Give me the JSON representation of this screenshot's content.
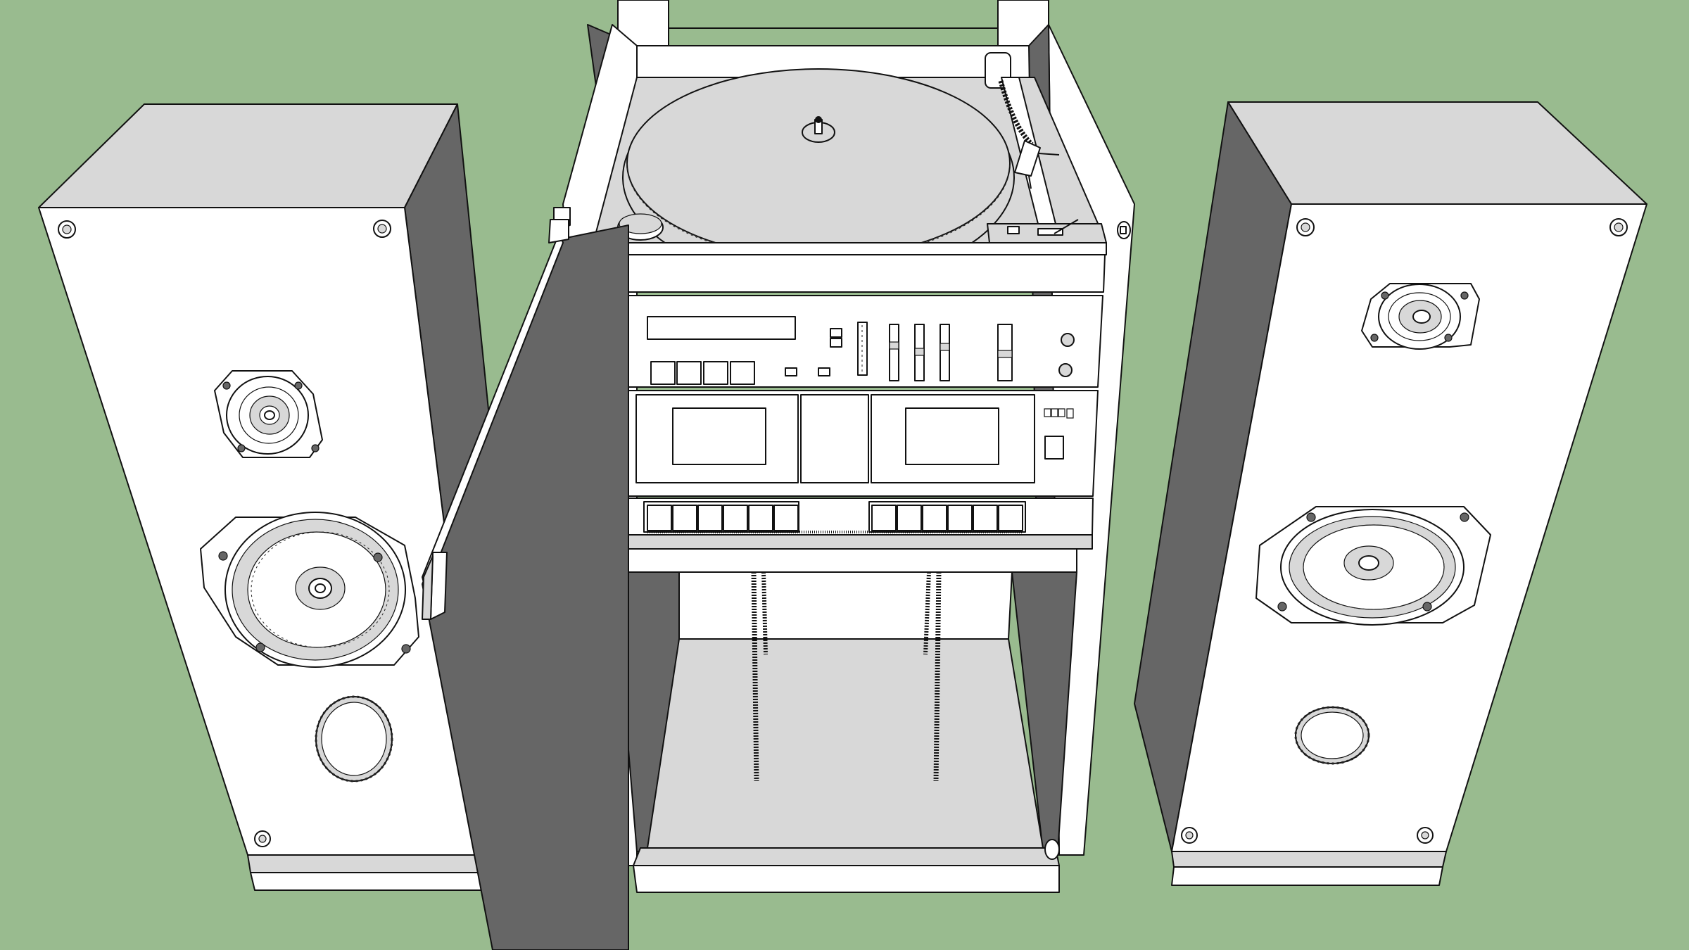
{
  "scene": {
    "title": "Stereo system 3D model",
    "background_color": "#99bb8f",
    "colors": {
      "face_white": "#ffffff",
      "face_light_gray": "#d8d8d8",
      "face_dark_gray": "#666666",
      "edge": "#111111"
    }
  },
  "left_speaker": {
    "label": "Left speaker",
    "drivers": [
      "tweeter",
      "woofer",
      "bass port"
    ],
    "screws": 4
  },
  "right_speaker": {
    "label": "Right speaker",
    "drivers": [
      "tweeter",
      "woofer",
      "bass port"
    ],
    "screws": 4
  },
  "cabinet": {
    "label": "Hi-fi cabinet",
    "lid_state": "open",
    "door_state": "open",
    "turntable": {
      "label": "Turntable",
      "parts": [
        "platter",
        "spindle",
        "tonearm",
        "headshell",
        "45 adapter well",
        "speed control"
      ]
    },
    "amplifier": {
      "label": "Amplifier / tuner",
      "display": "",
      "preset_buttons": 4,
      "small_buttons": 2,
      "sliders": 5,
      "knobs": 2
    },
    "cassette_deck": {
      "label": "Double cassette deck",
      "tape_bays": 2,
      "counter_buttons": 4,
      "side_button": 1
    },
    "transport_buttons": {
      "left_group": 6,
      "right_group": 6
    },
    "lower_shelf": {
      "label": "Empty lower shelf",
      "cables": 4
    }
  }
}
